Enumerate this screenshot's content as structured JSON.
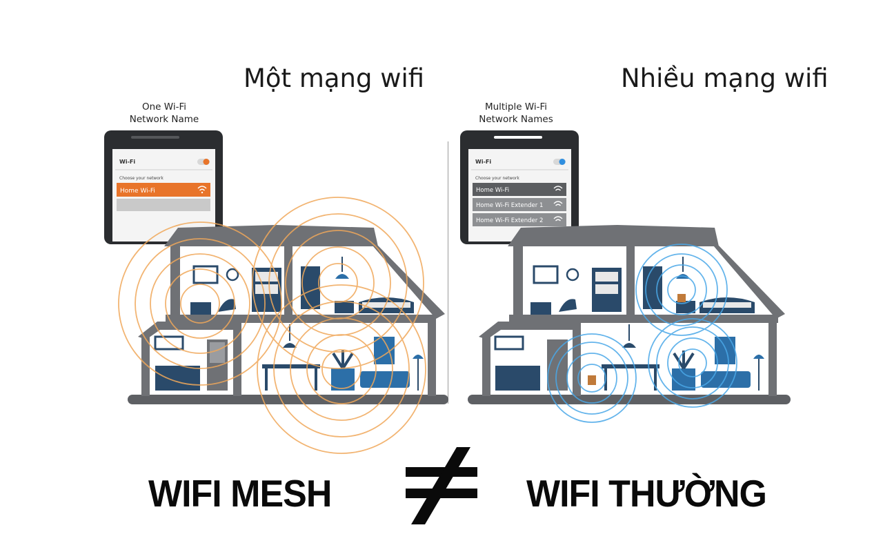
{
  "headings": {
    "left": "Một mạng wifi",
    "right": "Nhiều mạng wifi"
  },
  "phones": {
    "left": {
      "caption_line1": "One Wi-Fi",
      "caption_line2": "Network Name",
      "screen_title": "Wi-Fi",
      "choose_label": "Choose your network",
      "networks": [
        "Home Wi-Fi"
      ],
      "toggle_color": "#e8742a"
    },
    "right": {
      "caption_line1": "Multiple Wi-Fi",
      "caption_line2": "Network Names",
      "screen_title": "Wi-Fi",
      "choose_label": "Choose your network",
      "networks": [
        "Home Wi-Fi",
        "Home Wi-Fi  Extender 1",
        "Home Wi-Fi  Extender 2"
      ],
      "toggle_color": "#2f8fe0"
    }
  },
  "labels": {
    "left": "WIFI MESH",
    "symbol": "≠",
    "right": "WIFI THƯỜNG"
  },
  "colors": {
    "mesh_rings": "#f0a85a",
    "extender_rings": "#4aa8e8",
    "house": "#6f7175",
    "furniture": "#2a4a6a",
    "accent_blue": "#2c6fa8"
  }
}
